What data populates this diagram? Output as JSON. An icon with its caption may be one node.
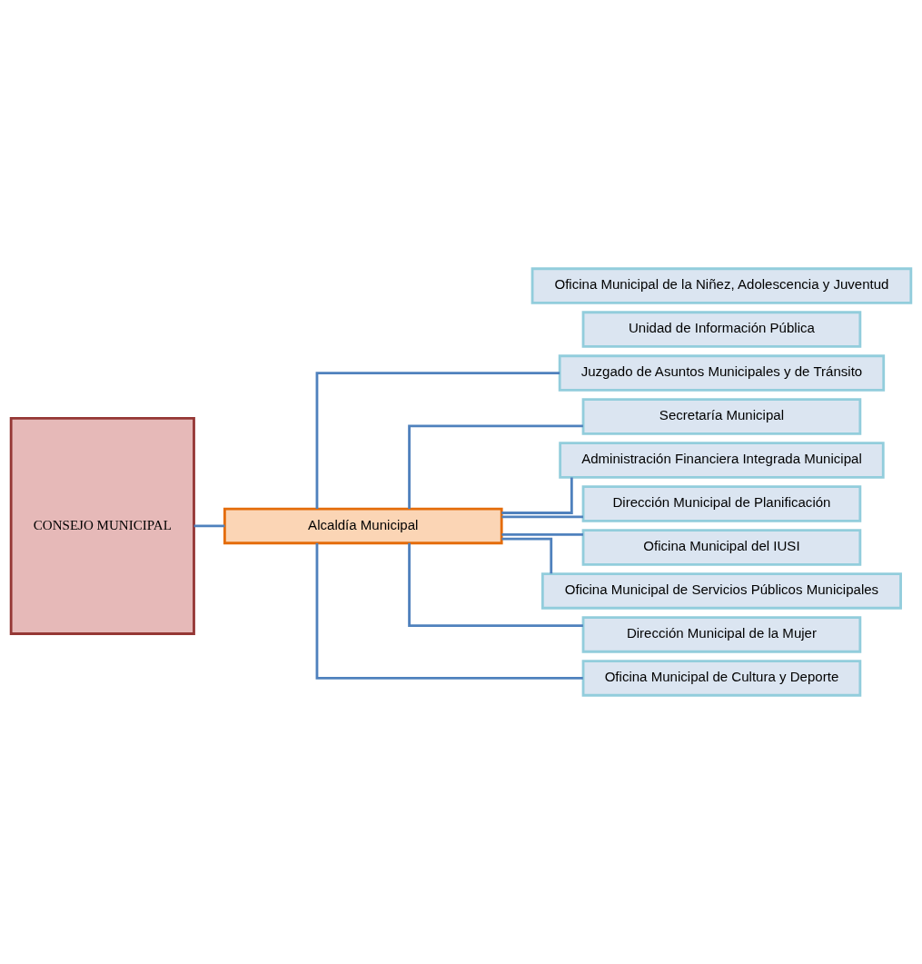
{
  "diagram": {
    "nodes": [
      {
        "text": [
          "CONSEJO MUNICIPAL"
        ]
      },
      {
        "text": [
          "Alcaldía Municipal"
        ]
      },
      {
        "text": [
          "Juzgado de Asuntos Municipales y de Tránsito"
        ]
      },
      {
        "text": [
          "Secretaría Municipal"
        ]
      },
      {
        "text": [
          "Administración Financiera Integrada Municipal"
        ]
      },
      {
        "text": [
          "Dirección Municipal de Planificación"
        ]
      },
      {
        "text": [
          "Oficina Municipal del IUSI"
        ]
      },
      {
        "text": [
          "Oficina Municipal de Servicios Públicos Municipales"
        ]
      },
      {
        "text": [
          "Dirección Municipal de la Mujer"
        ]
      },
      {
        "text": [
          "Oficina Municipal de Cultura y Deporte"
        ]
      },
      {
        "text": [
          "Unidad de Información Pública"
        ]
      },
      {
        "text": [
          "Oficina Municipal de la Niñez, Adolescencia y Juventud"
        ]
      }
    ],
    "edges": [
      {
        "from": 0,
        "to": 1,
        "arrow": "none"
      },
      {
        "from": 1,
        "to": 2,
        "arrow": "none"
      },
      {
        "from": 1,
        "to": 3,
        "arrow": "none"
      },
      {
        "from": 1,
        "to": 4,
        "arrow": "none"
      },
      {
        "from": 1,
        "to": 5,
        "arrow": "none"
      },
      {
        "from": 1,
        "to": 6,
        "arrow": "none"
      },
      {
        "from": 1,
        "to": 7,
        "arrow": "none"
      },
      {
        "from": 1,
        "to": 8,
        "arrow": "none"
      },
      {
        "from": 1,
        "to": 9,
        "arrow": "none"
      }
    ]
  }
}
